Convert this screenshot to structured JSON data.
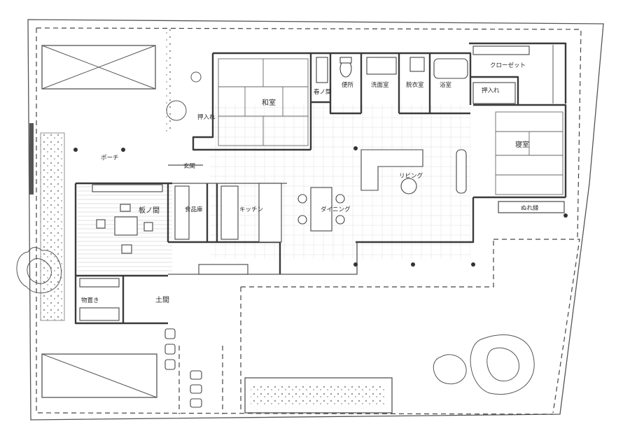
{
  "rooms": {
    "washitsu": "和室",
    "oshiire_top": "押入れ",
    "shunoma": "春ノ間",
    "toilet": "便所",
    "senmen": "洗面室",
    "datsui": "脱衣室",
    "yokushitsu": "浴室",
    "closet": "クローゼット",
    "oshiire_right": "押入れ",
    "shinshitsu": "寝室",
    "porch": "ポーチ",
    "genkan": "玄関",
    "living": "リビング",
    "itanoma": "板ノ間",
    "shokuhin": "食品庫",
    "kitchen": "キッチン",
    "dining": "ダイニング",
    "engawa": "ぬれ縁",
    "monooki": "物置き",
    "doma": "土間"
  }
}
